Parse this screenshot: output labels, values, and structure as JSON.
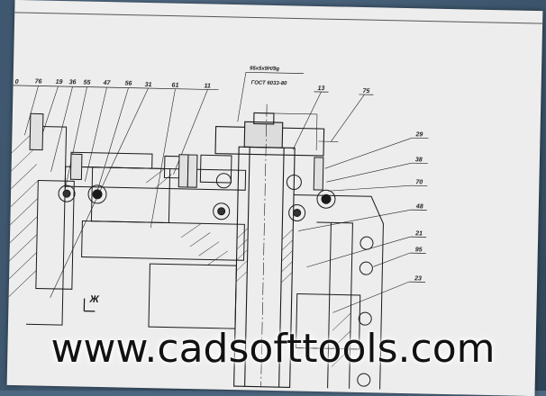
{
  "drawing": {
    "spec_line1": "95x5x9H/9g",
    "spec_line2": "ГОСТ 6033-80",
    "callouts": [
      {
        "id": "c0",
        "label": "0"
      },
      {
        "id": "c76",
        "label": "76"
      },
      {
        "id": "c19",
        "label": "19"
      },
      {
        "id": "c36",
        "label": "36"
      },
      {
        "id": "c55",
        "label": "55"
      },
      {
        "id": "c47",
        "label": "47"
      },
      {
        "id": "c56",
        "label": "56"
      },
      {
        "id": "c31",
        "label": "31"
      },
      {
        "id": "c61",
        "label": "61"
      },
      {
        "id": "c11",
        "label": "11"
      },
      {
        "id": "c13",
        "label": "13"
      },
      {
        "id": "c75",
        "label": "75"
      },
      {
        "id": "c29",
        "label": "29"
      },
      {
        "id": "c38",
        "label": "38"
      },
      {
        "id": "c70",
        "label": "70"
      },
      {
        "id": "c48",
        "label": "48"
      },
      {
        "id": "c21",
        "label": "21"
      },
      {
        "id": "c95",
        "label": "95"
      },
      {
        "id": "c23",
        "label": "23"
      }
    ],
    "section_mark": "Ж"
  },
  "watermark": {
    "text": "www.cadsofttools.com"
  }
}
